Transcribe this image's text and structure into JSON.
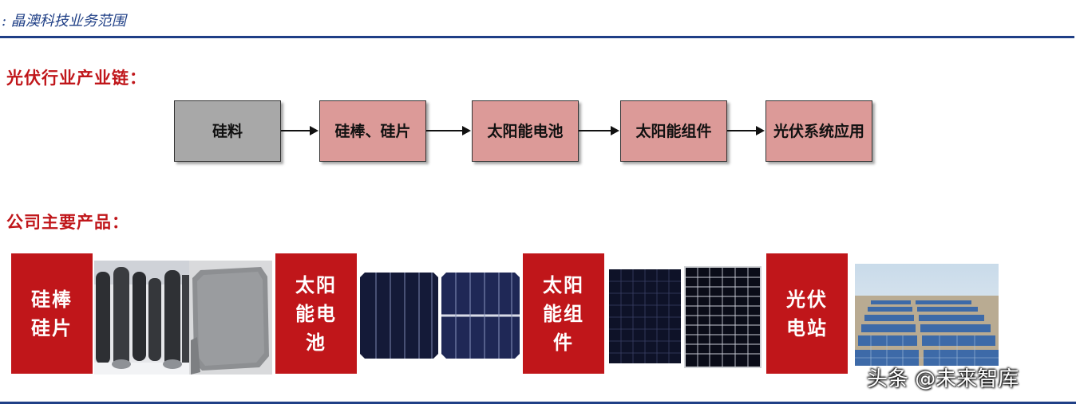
{
  "header": {
    "title": ": 晶澳科技业务范围"
  },
  "chain_section": {
    "title": "光伏行业产业链：",
    "steps": [
      "硅料",
      "硅棒、硅片",
      "太阳能电池",
      "太阳能组件",
      "光伏系统应用"
    ]
  },
  "products_section": {
    "title": "公司主要产品：",
    "labels": [
      "硅棒硅片",
      "太阳能电池",
      "太阳能组件",
      "光伏电站"
    ]
  },
  "colors": {
    "brand_blue": "#1f3f86",
    "accent_red": "#c0161a",
    "step_gray": "#a8a8a8",
    "step_pink": "#dc9a98"
  },
  "watermark": "头条 @未来智库"
}
